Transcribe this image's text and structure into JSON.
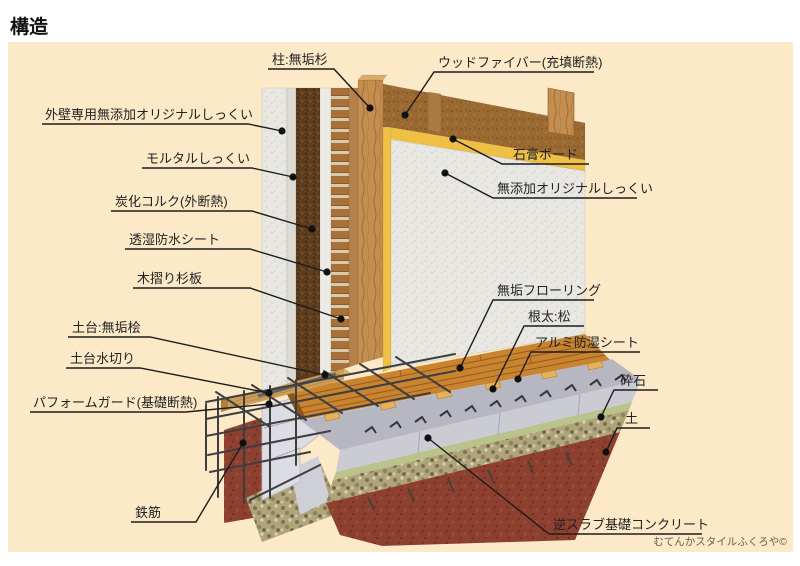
{
  "title": "構造",
  "credit": "むてんかスタイルふくろや©",
  "colors": {
    "background": "#fbe9c8",
    "soil": "#8d4030",
    "concrete": "#cbcbd4",
    "slab_surface": "#b7b7c2",
    "flooring": "#c9842f",
    "gypsum": "#efc043",
    "wood_fiber": "#9b6a32",
    "cork": "#5f3d1f",
    "pillar_wood": "#c38e4f",
    "sill_wood": "#cf9d55",
    "plaster": "#e8e7e2"
  },
  "labels": {
    "pillar": "柱:無垢杉",
    "wood_fiber": "ウッドファイバー(充填断熱)",
    "exterior_plaster": "外壁専用無添加オリジナルしっくい",
    "mortar_plaster": "モルタルしっくい",
    "gypsum_board": "石膏ボード",
    "carbonized_cork": "炭化コルク(外断熱)",
    "interior_plaster": "無添加オリジナルしっくい",
    "breathable_sheet": "透湿防水シート",
    "wood_lath": "木摺り杉板",
    "solid_flooring": "無垢フローリング",
    "joist": "根太:松",
    "aluminum_sheet": "アルミ防湿シート",
    "sill": "土台:無垢桧",
    "sill_flashing": "土台水切り",
    "crushed_stone": "砕石",
    "perform_guard": "パフォームガード(基礎断熱)",
    "soil": "土",
    "rebar": "鉄筋",
    "slab_concrete": "逆スラブ基礎コンクリート"
  }
}
